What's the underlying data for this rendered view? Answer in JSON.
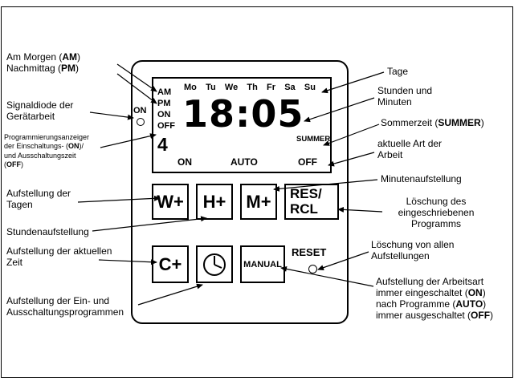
{
  "device": {
    "led": {
      "label": "ON"
    },
    "display": {
      "days": [
        "Mo",
        "Tu",
        "We",
        "Th",
        "Fr",
        "Sa",
        "Su"
      ],
      "side_indicators": [
        "AM",
        "PM",
        "ON",
        "OFF"
      ],
      "program_number": "4",
      "time": "18:05",
      "summer": "SUMMER",
      "mode_on": "ON",
      "mode_auto": "AUTO",
      "mode_off": "OFF"
    },
    "buttons": {
      "w": "W+",
      "h": "H+",
      "m": "M+",
      "res_rcl": {
        "line1": "RES/",
        "line2": "RCL"
      },
      "c": "C+",
      "manual": "MANUAL",
      "reset": "RESET"
    },
    "icons": {
      "clock": "clock-dial-icon"
    }
  },
  "annotations": {
    "left": [
      {
        "parts": [
          {
            "t": "Am Morgen (",
            "b": false
          },
          {
            "t": "AM",
            "b": true
          },
          {
            "t": ")\nNachmittag (",
            "b": false
          },
          {
            "t": "PM",
            "b": true
          },
          {
            "t": ")",
            "b": false
          }
        ]
      },
      {
        "parts": [
          {
            "t": "Signaldiode der\nGerätarbeit",
            "b": false
          }
        ]
      },
      {
        "parts": [
          {
            "t": "Programmierungsanzeiger\nder Einschaltungs- (",
            "b": false
          },
          {
            "t": "ON",
            "b": true
          },
          {
            "t": ")/\nund Ausschaltungszeit\n(",
            "b": false
          },
          {
            "t": "OFF",
            "b": true
          },
          {
            "t": ")",
            "b": false
          }
        ]
      },
      {
        "parts": [
          {
            "t": "Aufstellung der\nTagen",
            "b": false
          }
        ]
      },
      {
        "parts": [
          {
            "t": "Stundenaufstellung",
            "b": false
          }
        ]
      },
      {
        "parts": [
          {
            "t": "Aufstellung der aktuellen\nZeit",
            "b": false
          }
        ]
      },
      {
        "parts": [
          {
            "t": "Aufstellung der Ein- und\nAusschaltungsprogrammen",
            "b": false
          }
        ]
      }
    ],
    "right": [
      {
        "parts": [
          {
            "t": "Tage",
            "b": false
          }
        ]
      },
      {
        "parts": [
          {
            "t": "Stunden und\nMinuten",
            "b": false
          }
        ]
      },
      {
        "parts": [
          {
            "t": "Sommerzeit (",
            "b": false
          },
          {
            "t": "SUMMER",
            "b": true
          },
          {
            "t": ")",
            "b": false
          }
        ]
      },
      {
        "parts": [
          {
            "t": "aktuelle Art der\nArbeit",
            "b": false
          }
        ]
      },
      {
        "parts": [
          {
            "t": "Minutenaufstellung",
            "b": false
          }
        ]
      },
      {
        "parts": [
          {
            "t": "Löschung des\neingeschriebenen\nProgramms",
            "b": false
          }
        ]
      },
      {
        "parts": [
          {
            "t": "Löschung von allen\nAufstellungen",
            "b": false
          }
        ]
      },
      {
        "parts": [
          {
            "t": "Aufstellung der Arbeitsart\nimmer eingeschaltet (",
            "b": false
          },
          {
            "t": "ON",
            "b": true
          },
          {
            "t": ")\nnach Programme (",
            "b": false
          },
          {
            "t": "AUTO",
            "b": true
          },
          {
            "t": ")\nimmer ausgeschaltet (",
            "b": false
          },
          {
            "t": "OFF",
            "b": true
          },
          {
            "t": ")",
            "b": false
          }
        ]
      }
    ]
  }
}
